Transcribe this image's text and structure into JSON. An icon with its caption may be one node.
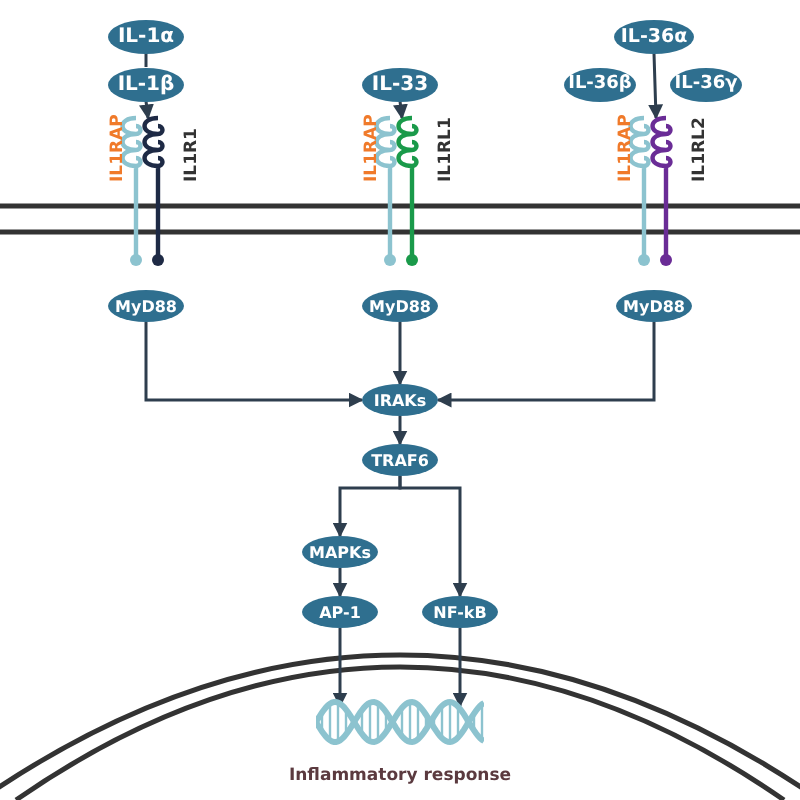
{
  "diagram": {
    "nodes": [
      {
        "text": [
          "IL-1α"
        ]
      },
      {
        "text": [
          "IL-1β"
        ]
      },
      {
        "text": [
          "IL1RAP",
          "IL1R1"
        ]
      },
      {
        "text": [
          "IL-33"
        ]
      },
      {
        "text": [
          "IL1RAP",
          "IL1RL1"
        ]
      },
      {
        "text": [
          "IL-36α"
        ]
      },
      {
        "text": [
          "IL-36β"
        ]
      },
      {
        "text": [
          "IL-36γ"
        ]
      },
      {
        "text": [
          "IL1RAP",
          "IL1RL2"
        ]
      },
      {
        "text": [
          "MyD88"
        ]
      },
      {
        "text": [
          "MyD88"
        ]
      },
      {
        "text": [
          "MyD88"
        ]
      },
      {
        "text": [
          "IRAKs"
        ]
      },
      {
        "text": [
          "TRAF6"
        ]
      },
      {
        "text": [
          "MAPKs"
        ]
      },
      {
        "text": [
          "AP-1"
        ]
      },
      {
        "text": [
          "NF-kB"
        ]
      },
      {
        "text": [
          "Inflammatory response"
        ]
      }
    ],
    "edges": [
      {
        "from": 0,
        "to": 1,
        "arrow": "none"
      },
      {
        "from": 1,
        "to": 2,
        "arrow": "to"
      },
      {
        "from": 3,
        "to": 4,
        "arrow": "to"
      },
      {
        "from": 5,
        "to": 8,
        "arrow": "to"
      },
      {
        "from": 9,
        "to": 12,
        "arrow": "to"
      },
      {
        "from": 10,
        "to": 12,
        "arrow": "to"
      },
      {
        "from": 11,
        "to": 12,
        "arrow": "to"
      },
      {
        "from": 12,
        "to": 13,
        "arrow": "to"
      },
      {
        "from": 13,
        "to": 14,
        "arrow": "to"
      },
      {
        "from": 13,
        "to": 16,
        "arrow": "to"
      },
      {
        "from": 14,
        "to": 15,
        "arrow": "to"
      },
      {
        "from": 15,
        "to": 17,
        "arrow": "to"
      },
      {
        "from": 16,
        "to": 17,
        "arrow": "to"
      }
    ]
  }
}
